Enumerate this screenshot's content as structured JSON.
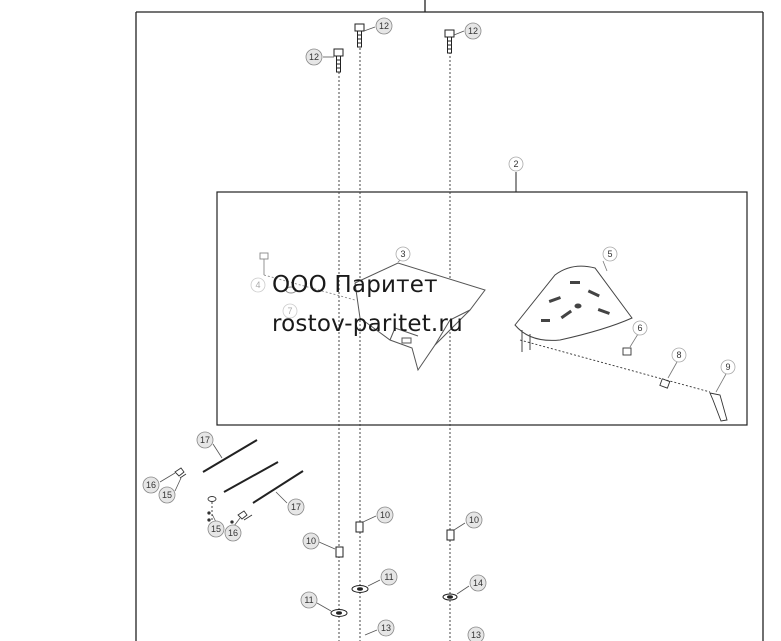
{
  "watermark": {
    "company": "ООО Паритет",
    "site": "rostov-paritet.ru"
  },
  "callouts": {
    "c2": "2",
    "c3": "3",
    "c4": "4",
    "c5": "5",
    "c6": "6",
    "c7": "7",
    "c8": "8",
    "c9": "9",
    "c10": "10",
    "c11": "11",
    "c12": "12",
    "c13": "13",
    "c14": "14",
    "c15": "15",
    "c16": "16",
    "c17": "17"
  }
}
